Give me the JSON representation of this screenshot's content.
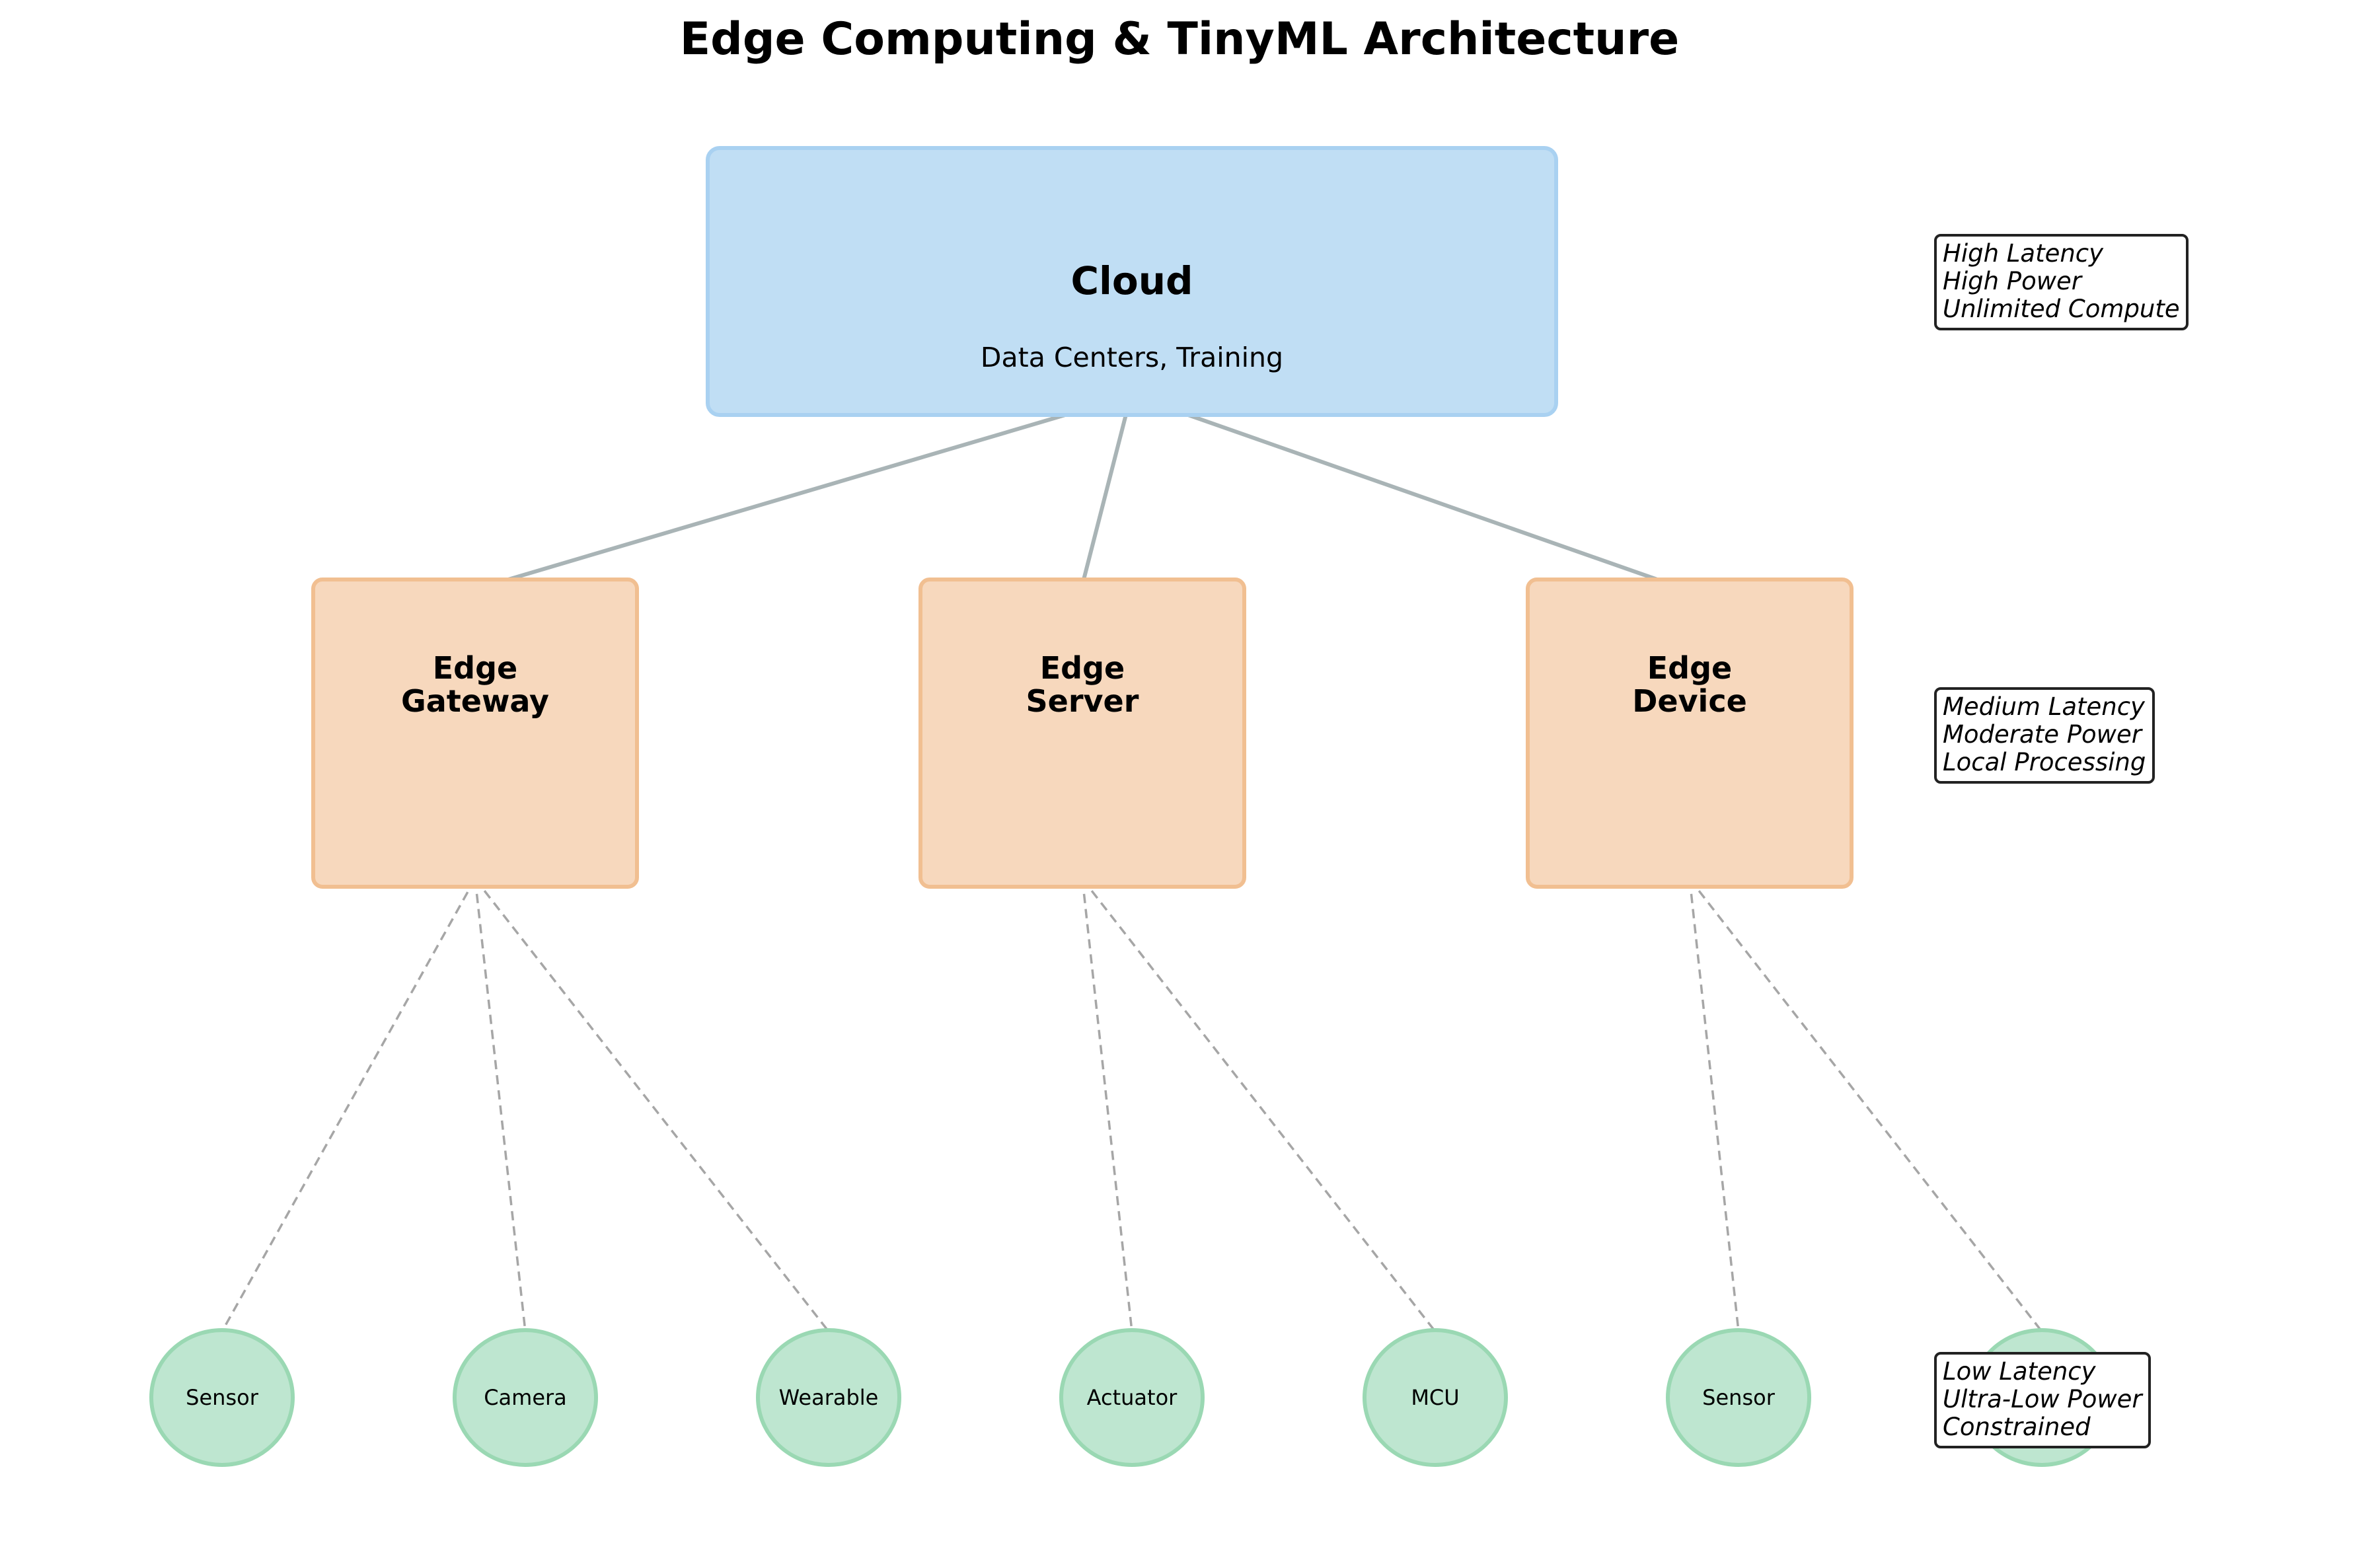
{
  "title": "Edge Computing & TinyML Architecture",
  "colors": {
    "cloud_fill": "#c0def4",
    "cloud_stroke": "#a9d1f1",
    "edge_fill": "#f7d8bd",
    "edge_stroke": "#f1bf91",
    "device_fill": "#bee6d0",
    "device_stroke": "#9ad8b3",
    "up_arrow": "#a9b4b6",
    "dashed_link": "#a6a6a6",
    "note_stroke": "#222222"
  },
  "cloud": {
    "title": "Cloud",
    "subtitle": "Data Centers, Training"
  },
  "edge_nodes": [
    {
      "line1": "Edge",
      "line2": "Gateway"
    },
    {
      "line1": "Edge",
      "line2": "Server"
    },
    {
      "line1": "Edge",
      "line2": "Device"
    }
  ],
  "devices": [
    {
      "label": "Sensor",
      "parent": 0
    },
    {
      "label": "Camera",
      "parent": 0
    },
    {
      "label": "Wearable",
      "parent": 0
    },
    {
      "label": "Actuator",
      "parent": 1
    },
    {
      "label": "MCU",
      "parent": 1
    },
    {
      "label": "Sensor",
      "parent": 2
    },
    {
      "label": "",
      "parent": 2
    }
  ],
  "notes": [
    {
      "lines": [
        "High Latency",
        "High Power",
        "Unlimited Compute"
      ]
    },
    {
      "lines": [
        "Medium Latency",
        "Moderate Power",
        "Local Processing"
      ]
    },
    {
      "lines": [
        "Low Latency",
        "Ultra-Low Power",
        "Constrained"
      ]
    }
  ]
}
